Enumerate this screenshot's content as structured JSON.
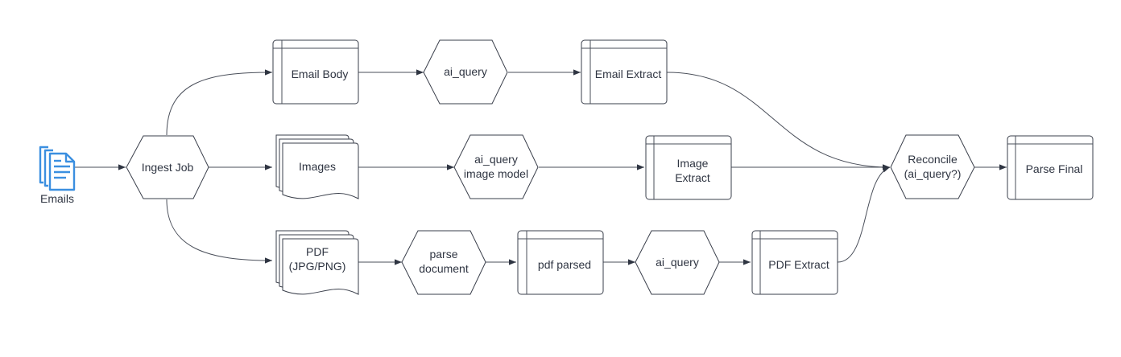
{
  "diagram": {
    "accent_color": "#3b8fe0",
    "nodes": {
      "emails": {
        "label": "Emails",
        "icon": "documents-icon"
      },
      "ingest_job": {
        "label": "Ingest Job"
      },
      "email_body": {
        "label": "Email Body"
      },
      "ai_query_1": {
        "label": "ai_query"
      },
      "email_extract": {
        "label": "Email Extract"
      },
      "images": {
        "label": "Images"
      },
      "ai_query_image": {
        "label1": "ai_query",
        "label2": "image model"
      },
      "image_extract": {
        "label1": "Image",
        "label2": "Extract"
      },
      "pdf": {
        "label1": "PDF",
        "label2": "(JPG/PNG)"
      },
      "parse_document": {
        "label1": "parse",
        "label2": "document"
      },
      "pdf_parsed": {
        "label": "pdf parsed"
      },
      "ai_query_2": {
        "label": "ai_query"
      },
      "pdf_extract": {
        "label": "PDF Extract"
      },
      "reconcile": {
        "label1": "Reconcile",
        "label2": "(ai_query?)"
      },
      "parse_final": {
        "label": "Parse Final"
      }
    },
    "edges": [
      [
        "emails",
        "ingest_job"
      ],
      [
        "ingest_job",
        "email_body"
      ],
      [
        "ingest_job",
        "images"
      ],
      [
        "ingest_job",
        "pdf"
      ],
      [
        "email_body",
        "ai_query_1"
      ],
      [
        "ai_query_1",
        "email_extract"
      ],
      [
        "email_extract",
        "reconcile"
      ],
      [
        "images",
        "ai_query_image"
      ],
      [
        "ai_query_image",
        "image_extract"
      ],
      [
        "image_extract",
        "reconcile"
      ],
      [
        "pdf",
        "parse_document"
      ],
      [
        "parse_document",
        "pdf_parsed"
      ],
      [
        "pdf_parsed",
        "ai_query_2"
      ],
      [
        "ai_query_2",
        "pdf_extract"
      ],
      [
        "pdf_extract",
        "reconcile"
      ],
      [
        "reconcile",
        "parse_final"
      ]
    ]
  }
}
